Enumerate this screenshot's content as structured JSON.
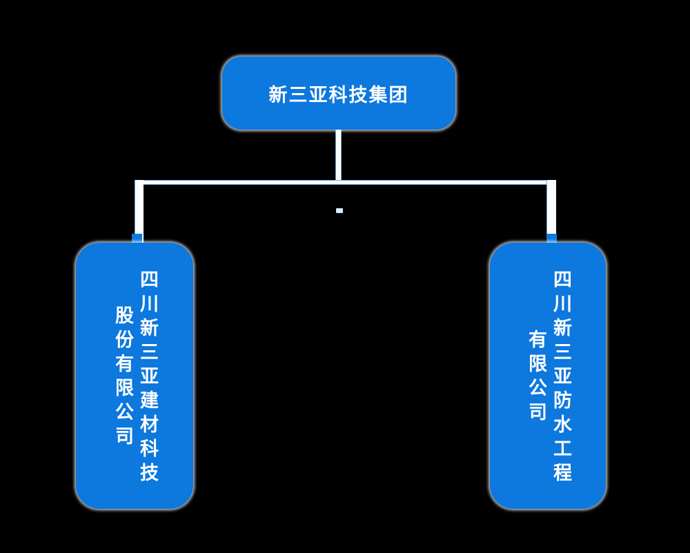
{
  "colors": {
    "background": "#000000",
    "node_fill": "#0d78dd",
    "node_text": "#ffffff",
    "connector_white": "#ffffff",
    "connector_accent": "#6babdf"
  },
  "org_chart": {
    "root": {
      "label": "新三亚科技集团"
    },
    "children": [
      {
        "lines": [
          "四川新三亚建材科技",
          "股份有限公司"
        ]
      },
      {
        "lines": [
          "四川新三亚防水工程",
          "有限公司"
        ]
      }
    ]
  }
}
